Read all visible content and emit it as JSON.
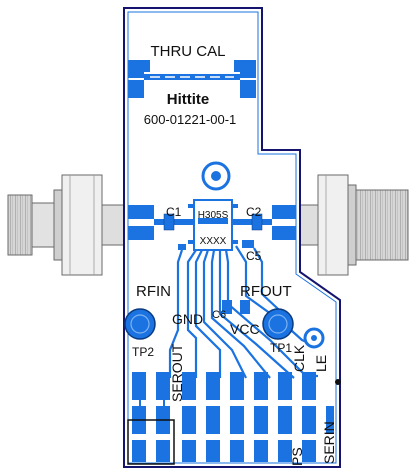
{
  "board": {
    "thru_cal": "THRU CAL",
    "brand": "Hittite",
    "part_number": "600-01221-00-1",
    "chip_top": "H305S",
    "chip_bottom": "XXXX",
    "caps": {
      "c1": "C1",
      "c2": "C2",
      "c5": "C5",
      "c6": "C6"
    },
    "ports": {
      "rfin": "RFIN",
      "rfout": "RFOUT"
    },
    "nets": {
      "gnd": "GND",
      "vcc": "VCC",
      "tp1": "TP1",
      "tp2": "TP2",
      "clk": "CLK",
      "le": "LE",
      "serout": "SEROUT",
      "ps": "PS",
      "serin": "SERIN"
    }
  },
  "colors": {
    "copper": "#1a73e0",
    "outline": "#14146e",
    "connector": "#c8c8c8",
    "connector_dark": "#7a7a7a",
    "silkscreen": "#101010"
  }
}
